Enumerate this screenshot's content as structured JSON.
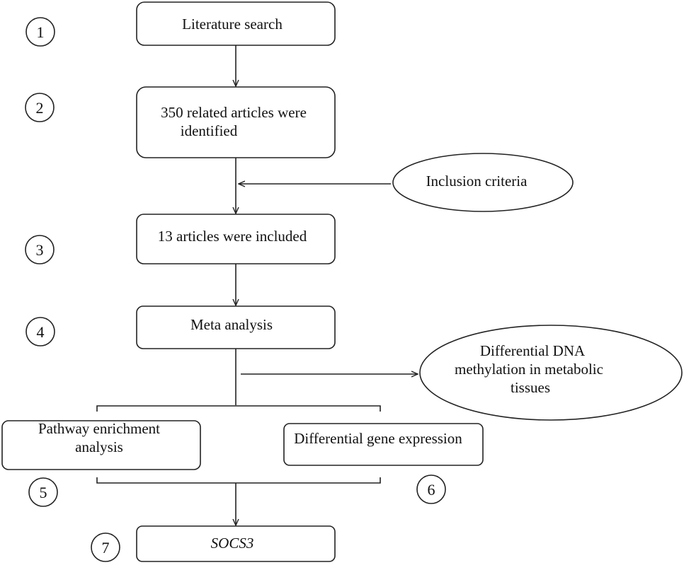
{
  "diagram": {
    "nodes": {
      "literature_search": "Literature search",
      "related_articles_line1": "350 related articles were",
      "related_articles_line2": "identified",
      "inclusion_criteria": "Inclusion criteria",
      "articles_included": "13 articles were included",
      "meta_analysis": "Meta analysis",
      "differential_methylation_line1": "Differential DNA",
      "differential_methylation_line2": "methylation in metabolic",
      "differential_methylation_line3": "tissues",
      "pathway_enrichment_line1": "Pathway enrichment",
      "pathway_enrichment_line2": "analysis",
      "differential_gene_expression": "Differential gene expression",
      "socs3": "SOCS3"
    },
    "step_numbers": [
      "1",
      "2",
      "3",
      "4",
      "5",
      "6",
      "7"
    ]
  }
}
